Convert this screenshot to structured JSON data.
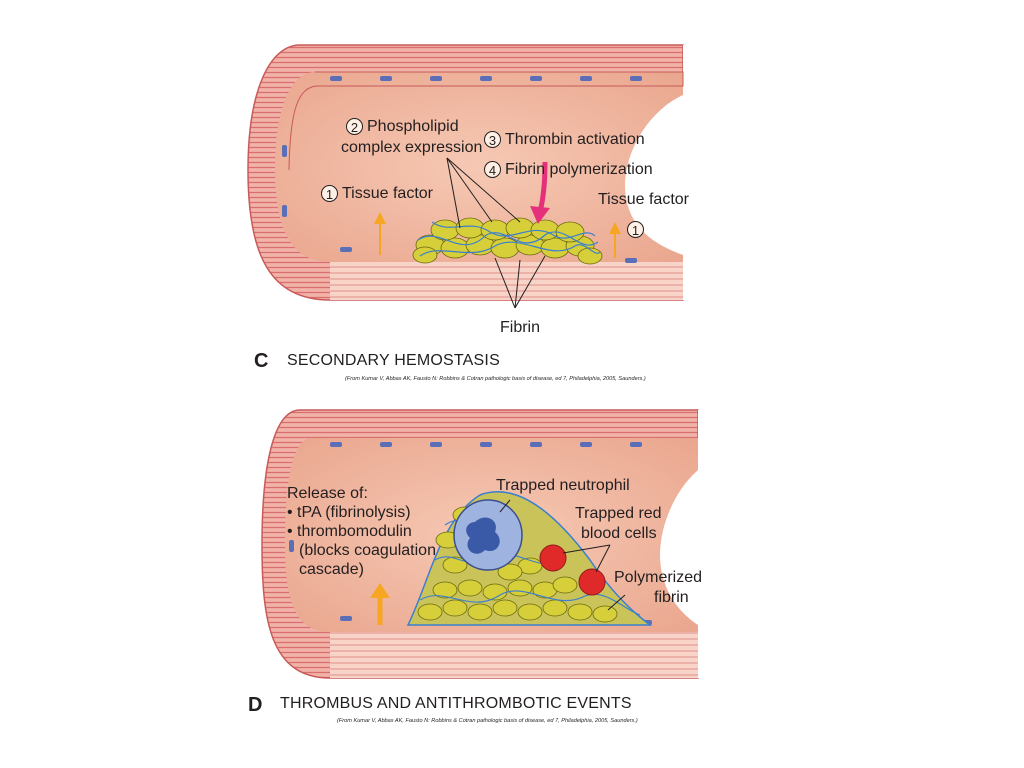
{
  "panel_c": {
    "letter": "C",
    "title": "SECONDARY HEMOSTASIS",
    "citation": "(From Kumar V, Abbas AK, Fausto N: Robbins & Cotran pathologic basis of disease, ed 7, Philadelphia, 2005, Saunders.)",
    "labels": {
      "step1_num": "1",
      "step1_text": "Tissue factor",
      "step2_num": "2",
      "step2_line1": "Phospholipid",
      "step2_line2": "complex expression",
      "step3_num": "3",
      "step3_text": "Thrombin activation",
      "step4_num": "4",
      "step4_text": "Fibrin polymerization",
      "right_tf_text": "Tissue factor",
      "right_tf_num": "1",
      "fibrin": "Fibrin"
    }
  },
  "panel_d": {
    "letter": "D",
    "title": "THROMBUS AND ANTITHROMBOTIC EVENTS",
    "citation": "(From Kumar V, Abbas AK, Fausto N: Robbins & Cotran pathologic basis of disease, ed 7, Philadelphia, 2005, Saunders.)",
    "release": {
      "heading": "Release of:",
      "item1": "• tPA (fibrinolysis)",
      "item2": "• thrombomodulin",
      "item3": "(blocks coagulation",
      "item4": "cascade)"
    },
    "labels": {
      "neutrophil": "Trapped neutrophil",
      "rbc_line1": "Trapped red",
      "rbc_line2": "blood cells",
      "fibrin_line1": "Polymerized",
      "fibrin_line2": "fibrin"
    }
  },
  "colors": {
    "vessel_wall": "#e07878",
    "vessel_wall_light": "#f5c4b8",
    "lumen": "#f2b9a2",
    "endothelium": "#fbe3dc",
    "nucleus": "#5a6fb8",
    "platelet": "#d6cf3a",
    "fibrin": "#3a7fd0",
    "arrow_pink": "#e5317a",
    "arrow_orange": "#f6a623",
    "neutrophil": "#9fb3e0",
    "rbc": "#e02a2a"
  }
}
